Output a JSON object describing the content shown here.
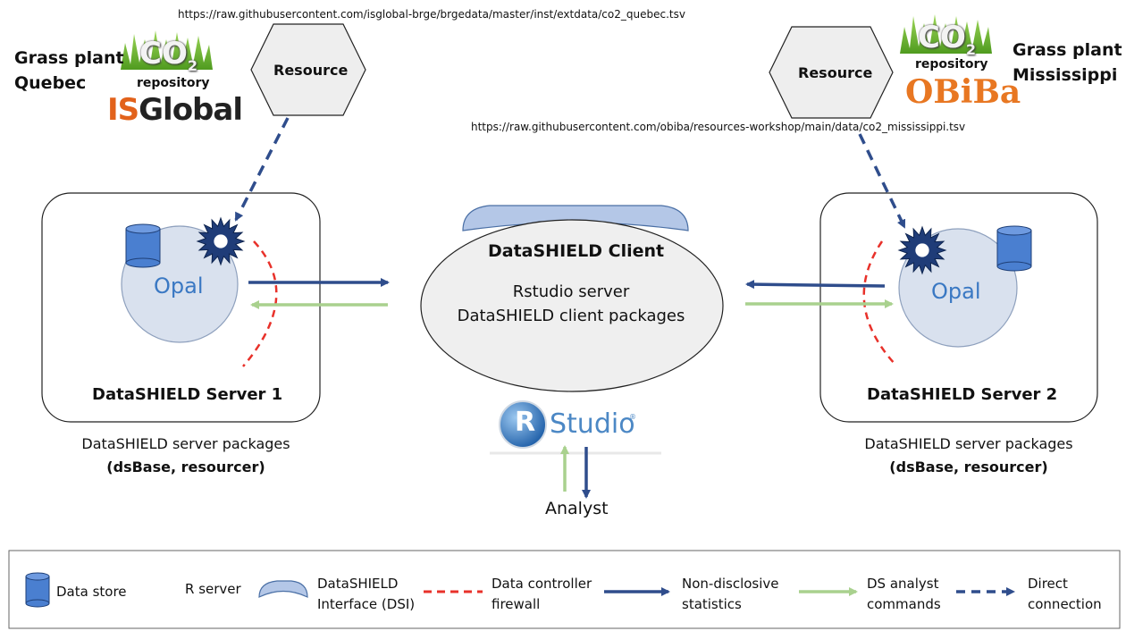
{
  "top_left_url": "https://raw.githubusercontent.com/isglobal-brge/brgedata/master/inst/extdata/co2_quebec.tsv",
  "top_right_url": "https://raw.githubusercontent.com/obiba/resources-workshop/main/data/co2_mississippi.tsv",
  "site_left": {
    "line1": "Grass plant",
    "line2": "Quebec"
  },
  "site_right": {
    "line1": "Grass plant",
    "line2": "Mississippi"
  },
  "left_repo": {
    "co2": "CO",
    "co2_sub": "2",
    "repo_label": "repository",
    "logo_is": "IS",
    "logo_global": "Global"
  },
  "right_repo": {
    "co2": "CO",
    "co2_sub": "2",
    "repo_label": "repository",
    "logo": "OBiBa"
  },
  "resource_label": "Resource",
  "server1": {
    "opal": "Opal",
    "title": "DataSHIELD Server 1",
    "packages": "DataSHIELD server  packages",
    "packages_bold": "(dsBase, resourcer)"
  },
  "server2": {
    "opal": "Opal",
    "title": "DataSHIELD Server 2",
    "packages": "DataSHIELD server  packages",
    "packages_bold": "(dsBase, resourcer)"
  },
  "client": {
    "title": "DataSHIELD Client",
    "line1": "Rstudio server",
    "line2": "DataSHIELD client packages"
  },
  "rstudio": {
    "r": "R",
    "studio": "Studio",
    "reg": "®"
  },
  "analyst": "Analyst",
  "legend": {
    "data_store": "Data store",
    "r_server": "R server",
    "dsi_line1": "DataSHIELD",
    "dsi_line2": "Interface (DSI)",
    "firewall_line1": "Data controller",
    "firewall_line2": "firewall",
    "nds_line1": "Non-disclosive",
    "nds_line2": "statistics",
    "cmd_line1": "DS analyst",
    "cmd_line2": "commands",
    "direct_line1": "Direct",
    "direct_line2": "connection"
  },
  "colors": {
    "blue_arrow": "#2f4d8c",
    "green_arrow": "#a9d18e",
    "firewall_red": "#e8312a",
    "opal_fill": "#d9e1ee",
    "store_blue": "#4a7fd0",
    "star_navy": "#1f3c78",
    "dsi_fill": "#b4c7e7"
  }
}
